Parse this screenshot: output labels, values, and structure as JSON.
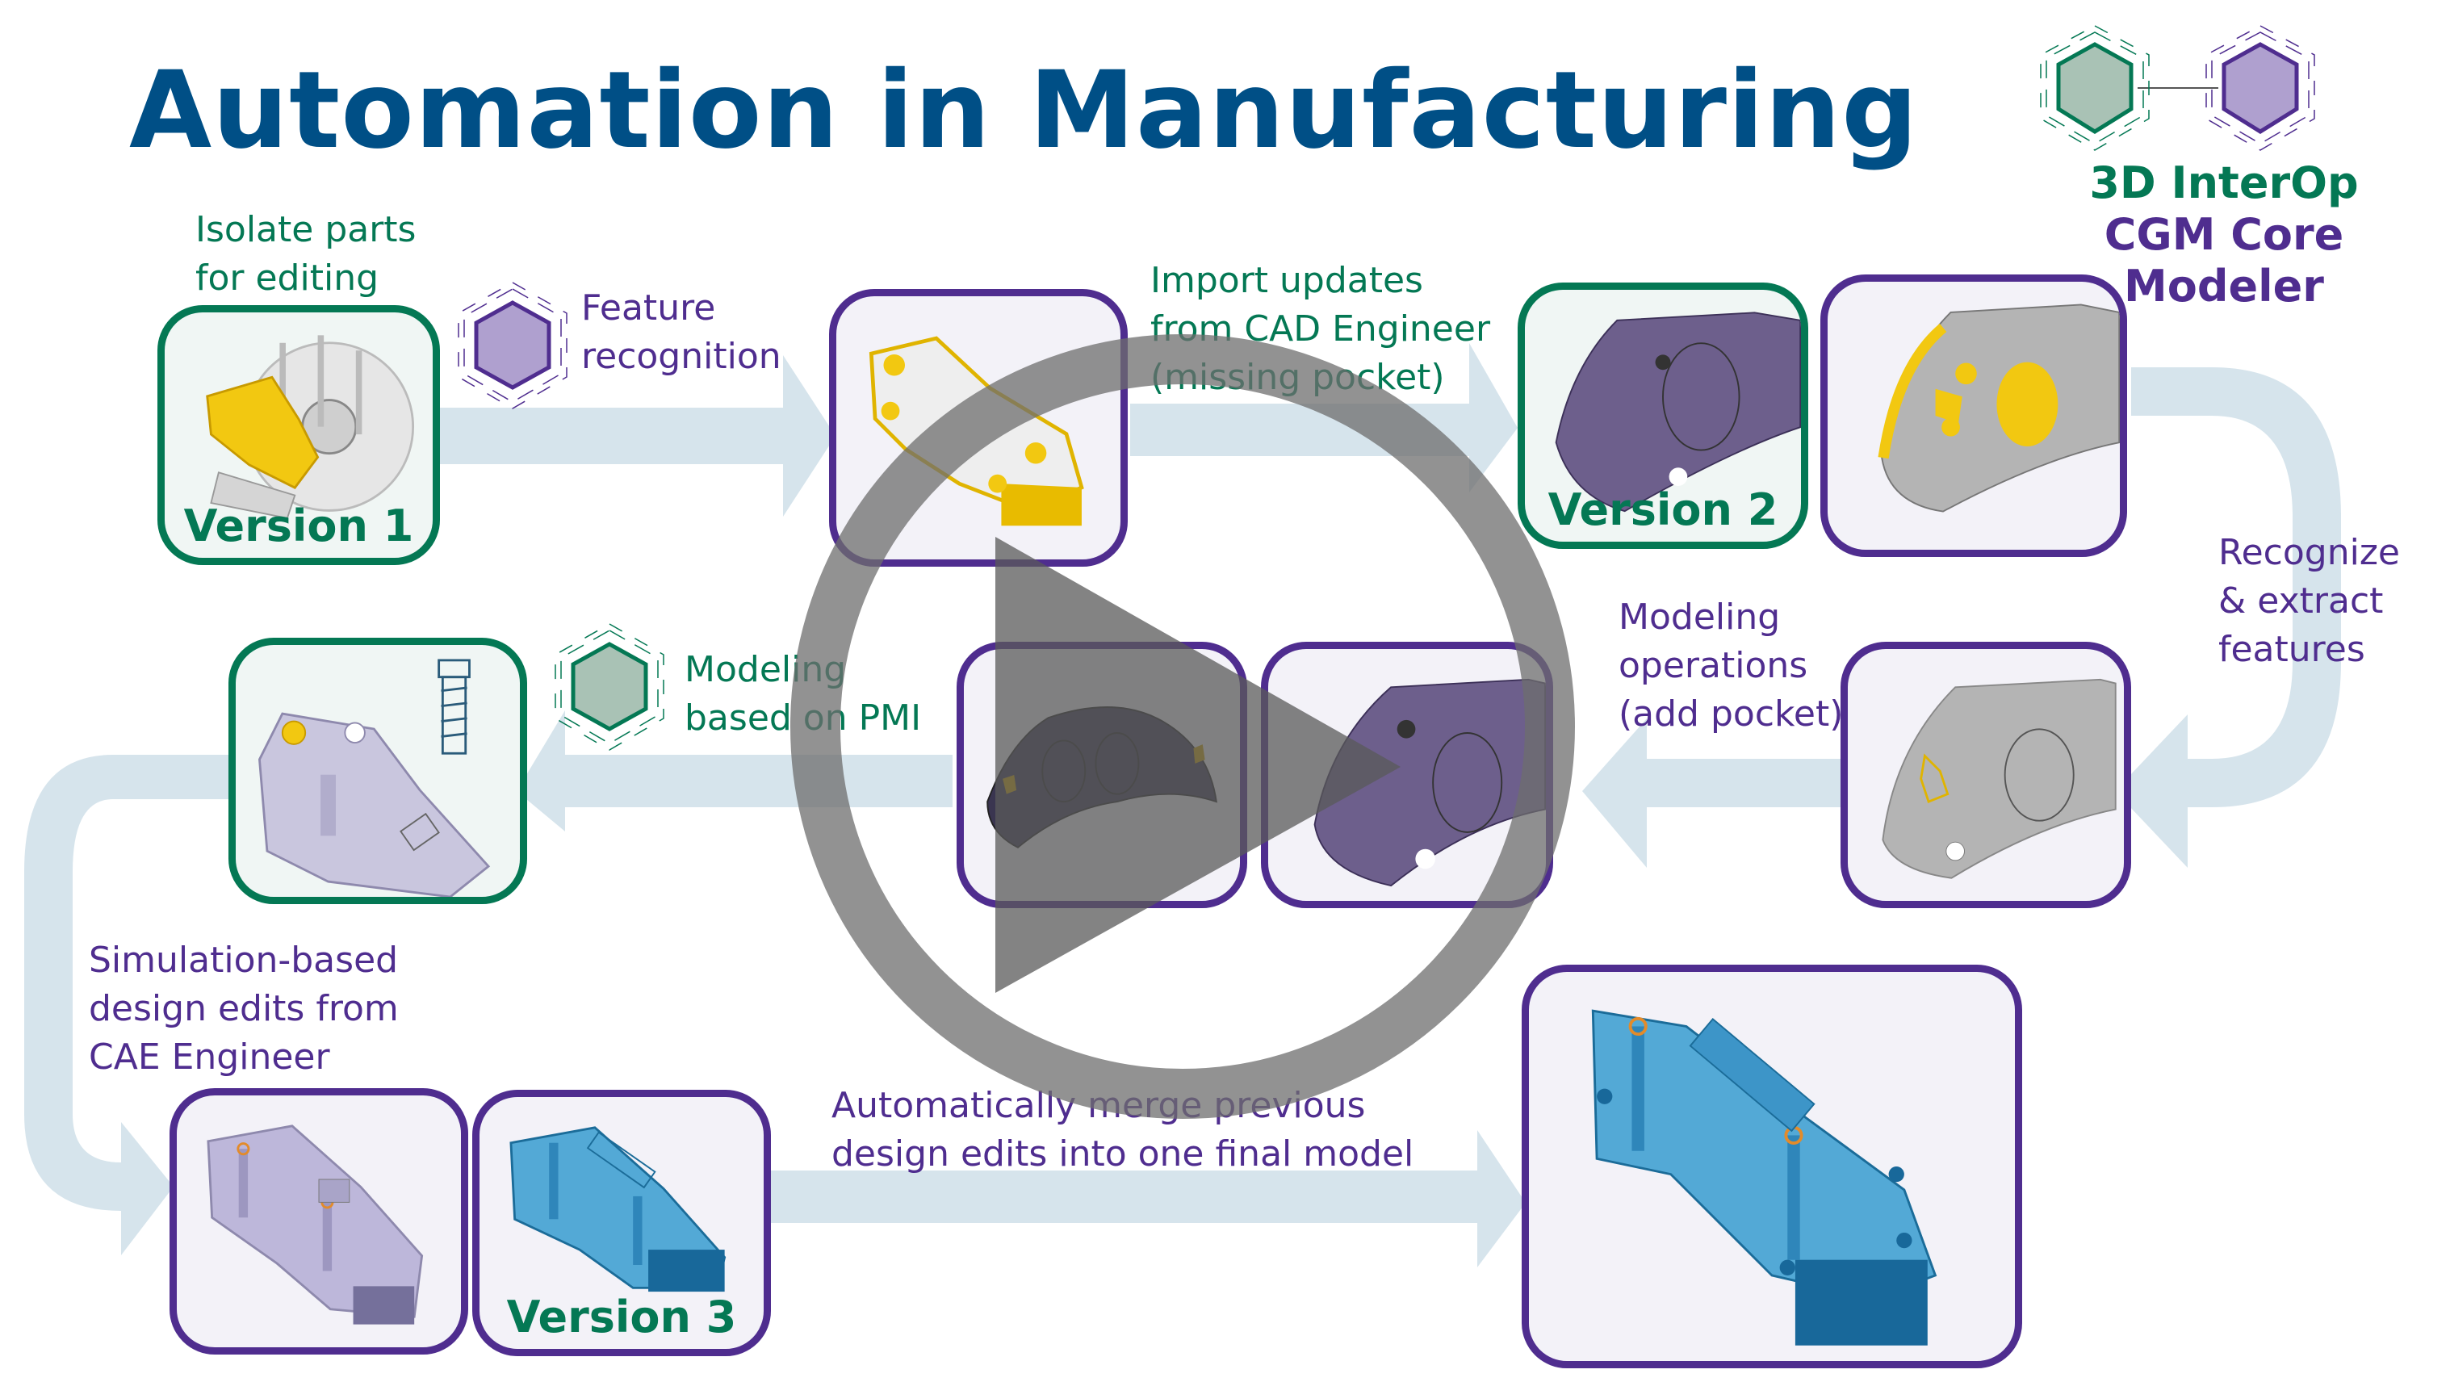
{
  "header": {
    "title": "Automation in Manufacturing"
  },
  "brand": {
    "line1": "3D InterOp",
    "line2": "CGM Core Modeler",
    "icons": [
      "hexagon-green-icon",
      "hexagon-purple-icon"
    ]
  },
  "colors": {
    "title": "#004f86",
    "green": "#047854",
    "purple": "#4f2d8f",
    "arrow": "#d6e4ec",
    "green_hex_fill": "#a9c2b5",
    "purple_hex_fill": "#afa0cf",
    "play_overlay": "#6e6e6e"
  },
  "steps": {
    "isolate": "Isolate parts\nfor editing",
    "feature_recognition": "Feature\nrecognition",
    "import_updates": "Import updates\nfrom CAD Engineer\n(missing pocket)",
    "recognize_extract": "Recognize\n& extract\nfeatures",
    "modeling_operations": "Modeling\noperations\n(add pocket)",
    "modeling_pmi": "Modeling\nbased on PMI",
    "simulation": "Simulation-based\ndesign edits from\nCAE Engineer",
    "merge": "Automatically merge previous\ndesign edits into one final model"
  },
  "versions": {
    "v1": "Version 1",
    "v2": "Version 2",
    "v3": "Version 3"
  },
  "media": {
    "play_button": "play-icon"
  }
}
